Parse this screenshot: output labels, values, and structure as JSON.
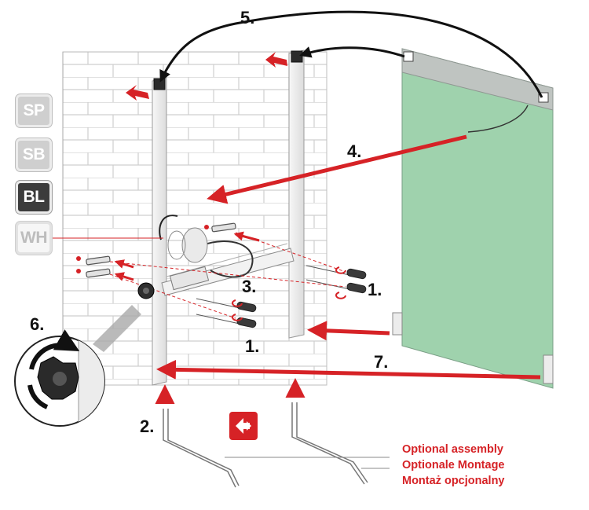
{
  "steps": {
    "s1": "1.",
    "s1b": "1.",
    "s2": "2.",
    "s3": "3.",
    "s4": "4.",
    "s5": "5.",
    "s6": "6.",
    "s7": "7."
  },
  "finish_badges": [
    "SP",
    "SB",
    "BL",
    "WH"
  ],
  "optional_assembly": {
    "en": "Optional assembly",
    "de": "Optionale Montage",
    "pl": "Montaż opcjonalny"
  },
  "colors": {
    "arrow_red": "#d62226",
    "panel_green": "#9fd2ad",
    "wall_line": "#c9c9c9",
    "frame": "#ececec"
  }
}
